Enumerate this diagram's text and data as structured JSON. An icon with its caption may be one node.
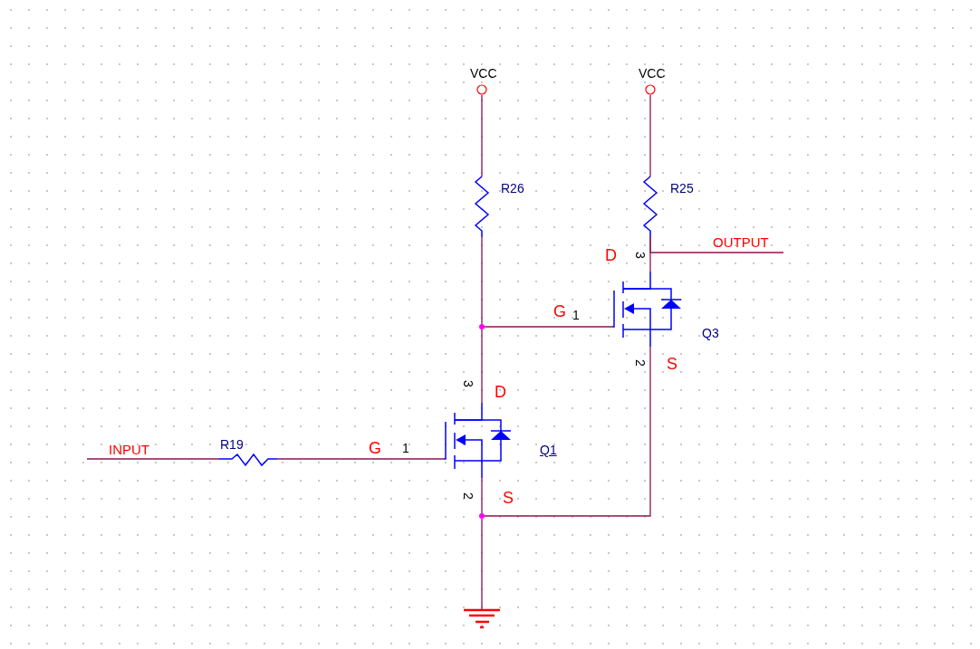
{
  "diagram": {
    "nodes": [
      {
        "text": [
          "VCC"
        ]
      },
      {
        "text": [
          "VCC"
        ]
      },
      {
        "text": [
          "R26"
        ]
      },
      {
        "text": [
          "R25"
        ]
      },
      {
        "text": [
          "Q3"
        ]
      },
      {
        "text": [
          "R19"
        ]
      },
      {
        "text": [
          "Q1"
        ]
      },
      {
        "text": [
          "INPUT"
        ]
      },
      {
        "text": [
          "OUTPUT"
        ]
      },
      {
        "text": [],
        "shape": "ground"
      },
      {
        "text": [],
        "shape": "dot"
      },
      {
        "text": [],
        "shape": "dot"
      }
    ],
    "edges": [
      {
        "from": 0,
        "to": 2,
        "arrow": "none"
      },
      {
        "from": 1,
        "to": 3,
        "arrow": "none"
      },
      {
        "from": 2,
        "to": 10,
        "arrow": "none"
      },
      {
        "from": 10,
        "to": 4,
        "arrow": "none"
      },
      {
        "from": 10,
        "to": 6,
        "arrow": "none"
      },
      {
        "from": 3,
        "to": 4,
        "arrow": "none"
      },
      {
        "from": 3,
        "to": 8,
        "arrow": "none"
      },
      {
        "from": 7,
        "to": 5,
        "arrow": "none"
      },
      {
        "from": 5,
        "to": 6,
        "arrow": "none"
      },
      {
        "from": 6,
        "to": 11,
        "arrow": "none"
      },
      {
        "from": 4,
        "to": 11,
        "arrow": "none"
      },
      {
        "from": 11,
        "to": 9,
        "arrow": "none"
      }
    ],
    "labels": [
      "D",
      "3",
      "G",
      "1",
      "2",
      "S",
      "3",
      "D",
      "G",
      "1",
      "2",
      "S"
    ]
  }
}
